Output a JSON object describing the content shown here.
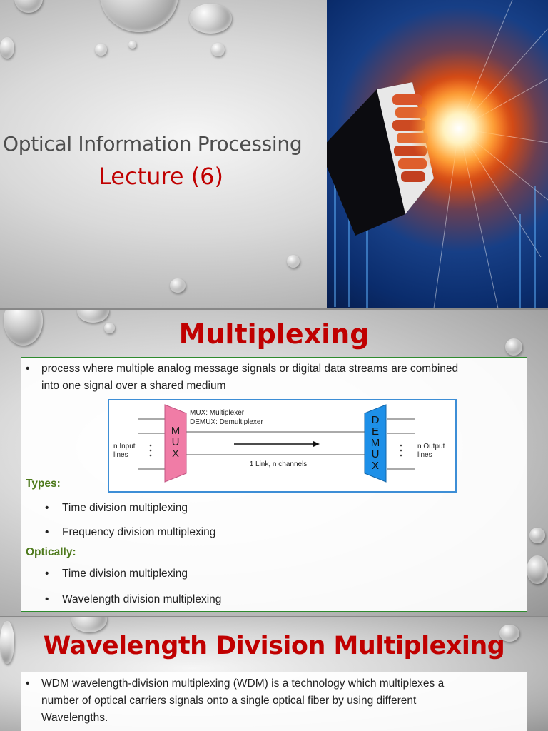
{
  "slide1": {
    "title": "Optical Information Processing",
    "subtitle": "Lecture (6)"
  },
  "slide2": {
    "heading": "Multiplexing",
    "definition_line1": "process where multiple analog message signals or digital data streams are combined",
    "definition_line2": "into one signal over a shared medium",
    "diagram": {
      "mux_letters": [
        "M",
        "U",
        "X"
      ],
      "demux_letters": [
        "D",
        "E",
        "M",
        "U",
        "X"
      ],
      "legend_mux": "MUX: Multiplexer",
      "legend_demux": "DEMUX: Demultiplexer",
      "input_label_1": "n Input",
      "input_label_2": "lines",
      "output_label_1": "n Output",
      "output_label_2": "lines",
      "link_label": "1 Link, n channels"
    },
    "types_label": "Types:",
    "types": [
      "Time division multiplexing",
      "Frequency division multiplexing"
    ],
    "optically_label": "Optically:",
    "optical_types": [
      "Time division multiplexing",
      "Wavelength division multiplexing"
    ]
  },
  "slide3": {
    "heading": "Wavelength Division Multiplexing",
    "line1": "WDM wavelength-division multiplexing (WDM) is a technology which multiplexes a",
    "line2": "number of optical carriers signals onto a single optical fiber by using different",
    "line3": "Wavelengths."
  },
  "colors": {
    "heading_red": "#c00000",
    "label_green": "#4e7a1c",
    "mux_pink": "#f07ca6",
    "demux_blue": "#1e90e8",
    "diagram_border": "#3d8ed6"
  }
}
